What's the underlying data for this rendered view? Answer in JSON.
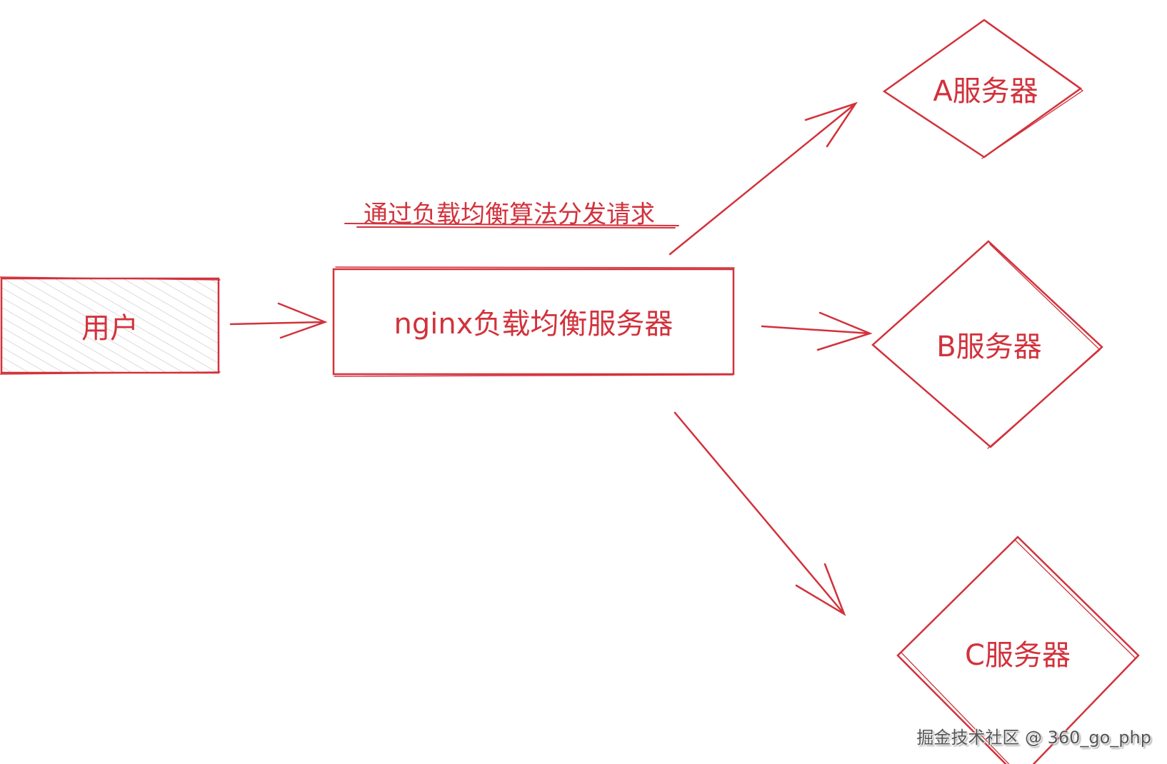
{
  "diagram": {
    "nodes": {
      "user": "用户",
      "nginx": "nginx负载均衡服务器",
      "server_a": "A服务器",
      "server_b": "B服务器",
      "server_c": "C服务器"
    },
    "edge_label": "通过负载均衡算法分发请求",
    "stroke_color": "#d2323c"
  },
  "watermark": "掘金技术社区 @ 360_go_php"
}
